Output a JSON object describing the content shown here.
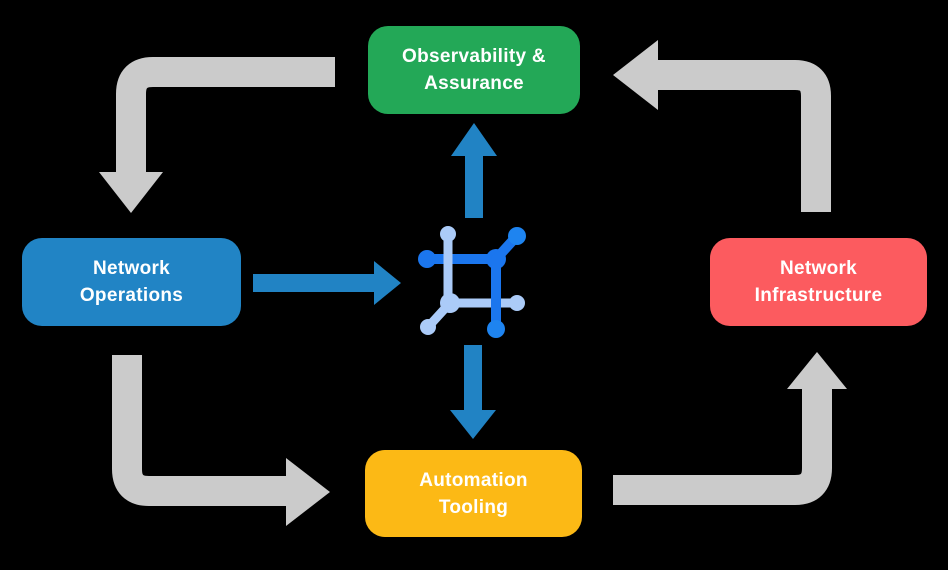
{
  "nodes": {
    "observability": {
      "line1": "Observability &",
      "line2": "Assurance",
      "color": "#23A857"
    },
    "operations": {
      "line1": "Network",
      "line2": "Operations",
      "color": "#2184C5"
    },
    "infrastructure": {
      "line1": "Network",
      "line2": "Infrastructure",
      "color": "#FC5B5F"
    },
    "automation": {
      "line1": "Automation",
      "line2": "Tooling",
      "color": "#FCB915"
    }
  },
  "icons": {
    "center": "network-fabric-icon"
  },
  "colors": {
    "background": "#000000",
    "cycle_arrow": "#CBCBCB",
    "flow_arrow": "#2183C4",
    "icon_blue": "#1B76EE",
    "icon_light_blue": "#ABCBF8",
    "icon_bright_blue": "#1E84F0",
    "text": "#FFFFFF"
  }
}
